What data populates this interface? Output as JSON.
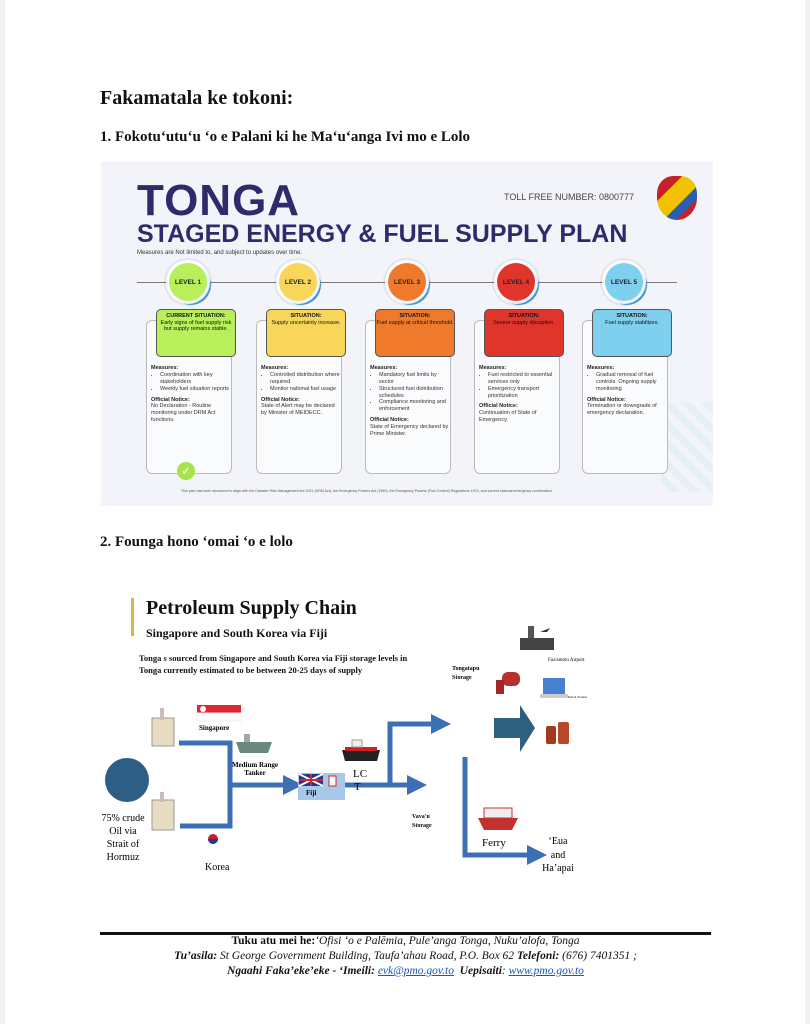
{
  "heading": "Fakamatala ke tokoni:",
  "section1": "1. Fokotu‘utu‘u ‘o e Palani ki he Ma‘u‘anga Ivi mo e Lolo",
  "section2": "2.  Founga hono ‘omai ‘o e lolo",
  "plan": {
    "title": "TONGA",
    "subtitle": "STAGED ENERGY & FUEL SUPPLY PLAN",
    "note": "Measures are Not limited to, and subject to updates over time.",
    "toll_free": "TOLL FREE NUMBER: 0800777",
    "measures_label": "Measures:",
    "notice_label": "Official Notice:",
    "levels": [
      {
        "label": "LEVEL 1",
        "color": "#b8ef5a",
        "sit_title": "CURRENT SITUATION:",
        "sit_text": "Early signs of fuel supply risk but supply remains stable.",
        "measures": [
          "Coordination with key stakeholders",
          "Weekly fuel situation reports"
        ],
        "notice": "No Declaration - Routine monitoring under DRM Act functions."
      },
      {
        "label": "LEVEL 2",
        "color": "#f8d65a",
        "sit_title": "SITUATION:",
        "sit_text": "Supply uncertainty increase.",
        "measures": [
          "Controlled distribution where required",
          "Monitor national fuel usage"
        ],
        "notice": "State of Alert may be declared by Minister of MEIDECC."
      },
      {
        "label": "LEVEL 3",
        "color": "#f07a2c",
        "sit_title": "SITUATION:",
        "sit_text": "Fuel supply at critical threshold.",
        "measures": [
          "Mandatory fuel limits by sector",
          "Structured fuel distribution schedules",
          "Compliance monitoring and enforcement"
        ],
        "notice": "State of Emergency declared by Prime Minister."
      },
      {
        "label": "LEVEL 4",
        "color": "#e0352a",
        "sit_title": "SITUATION:",
        "sit_text": "Severe supply disruption.",
        "measures": [
          "Fuel restricted to essential services only",
          "Emergency transport prioritization"
        ],
        "notice": "Continuation of State of Emergency."
      },
      {
        "label": "LEVEL 5",
        "color": "#7fcfee",
        "sit_title": "SITUATION:",
        "sit_text": "Fuel supply stabilizes.",
        "measures": [
          "Gradual removal of fuel controls. Ongoing supply monitoring"
        ],
        "notice": "Termination or downgrade of emergency declaration."
      }
    ],
    "footnote": "This plan has been structured to align with the Disaster Risk Management Act 2021 (DRM Act), the Emergency Powers Act (1959), the Emergency Powers (Fuel Control) Regulations 1974, and current national emergency coordination."
  },
  "chain": {
    "title": "Petroleum Supply Chain",
    "subtitle": "Singapore and South Korea via Fiji",
    "desc1": "Tonga s sourced from Singapore and South Korea via Fiji storage levels in",
    "desc2": "Tonga currently estimated to be between 20-25 days of supply",
    "crude": [
      "75% crude",
      "Oil via",
      "Strait of",
      "Hormuz"
    ],
    "singapore": "Singapore",
    "korea": "Korea",
    "tanker": [
      "Medium Range",
      "Tanker"
    ],
    "fiji": "Fiji",
    "lct": [
      "LC",
      "T"
    ],
    "tongatapu": [
      "Tongatapu",
      "Storage"
    ],
    "vavau": [
      "Vava'u",
      "Storage"
    ],
    "airport": "Fua'amotu Airport",
    "petrol": "Petrol Station",
    "ferry": "Ferry",
    "eua": [
      "‘Eua",
      "and",
      "Ha’apai"
    ],
    "arrow_color": "#3d6fb5"
  },
  "footer": {
    "l1_label": "Tuku atu mei he:",
    "l1_text": "‘Ofisi ‘o e Palēmia, Pule’anga Tonga, Nuku’alofa, Tonga",
    "l2_label": "Tu’asila:",
    "l2_text": " St George Government Building, Taufa’ahau Road, P.O. Box 62 ",
    "l2_phone_label": "Telefoni:",
    "l2_phone": " (676) 7401351 ;",
    "l3_label": "Ngaahi Faka’eke’eke - ‘Imeili:",
    "email": "evk@pmo.gov.to",
    "web_label": "Uepisaiti",
    "web": "www.pmo.gov.to"
  }
}
